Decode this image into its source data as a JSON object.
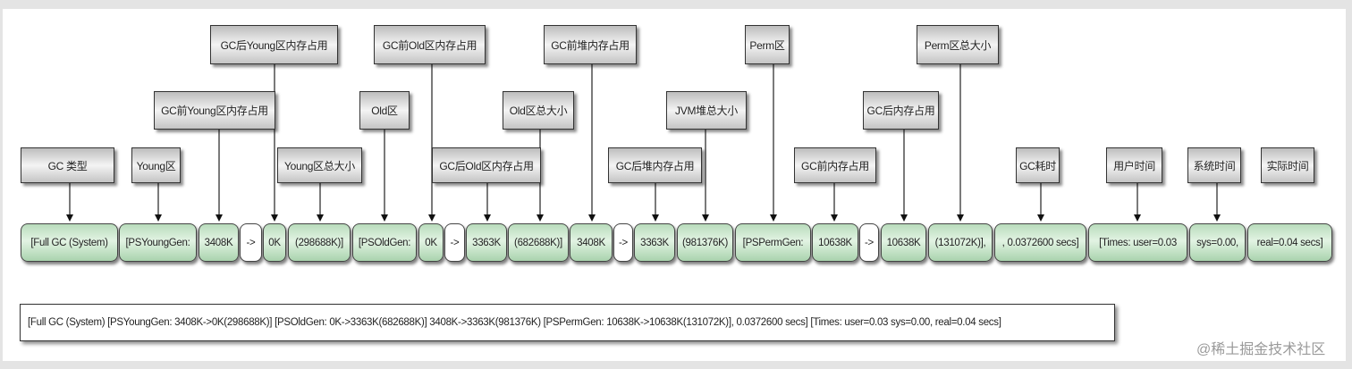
{
  "labels": [
    "GC 类型",
    "Young区",
    "GC前Young区内存占用",
    "GC后Young区内存占用",
    "Young区总大小",
    "Old区",
    "GC前Old区内存占用",
    "GC后Old区内存占用",
    "Old区总大小",
    "GC前堆内存占用",
    "GC后堆内存占用",
    "JVM堆总大小",
    "Perm区",
    "GC前内存占用",
    "GC后内存占用",
    "Perm区总大小",
    "GC耗时",
    "用户时间",
    "系统时间",
    "实际时间"
  ],
  "cells": [
    "[Full GC (System)",
    "[PSYoungGen:",
    "3408K",
    "->",
    "0K",
    "(298688K)]",
    "[PSOldGen:",
    "0K",
    "->",
    "3363K",
    "(682688K)]",
    "3408K",
    "->",
    "3363K",
    "(981376K)",
    "[PSPermGen:",
    "10638K",
    "->",
    "10638K",
    "(131072K)],",
    ", 0.0372600 secs]",
    "[Times: user=0.03",
    "sys=0.00,",
    "real=0.04 secs]"
  ],
  "raw_log": "[Full GC (System) [PSYoungGen: 3408K->0K(298688K)] [PSOldGen: 0K->3363K(682688K)] 3408K->3363K(981376K) [PSPermGen: 10638K->10638K(131072K)], 0.0372600 secs] [Times: user=0.03 sys=0.00, real=0.04 secs]",
  "watermark": "@稀土掘金技术社区",
  "colors": {
    "cell": "#c8e6ca",
    "label": "#d9d9d9"
  }
}
